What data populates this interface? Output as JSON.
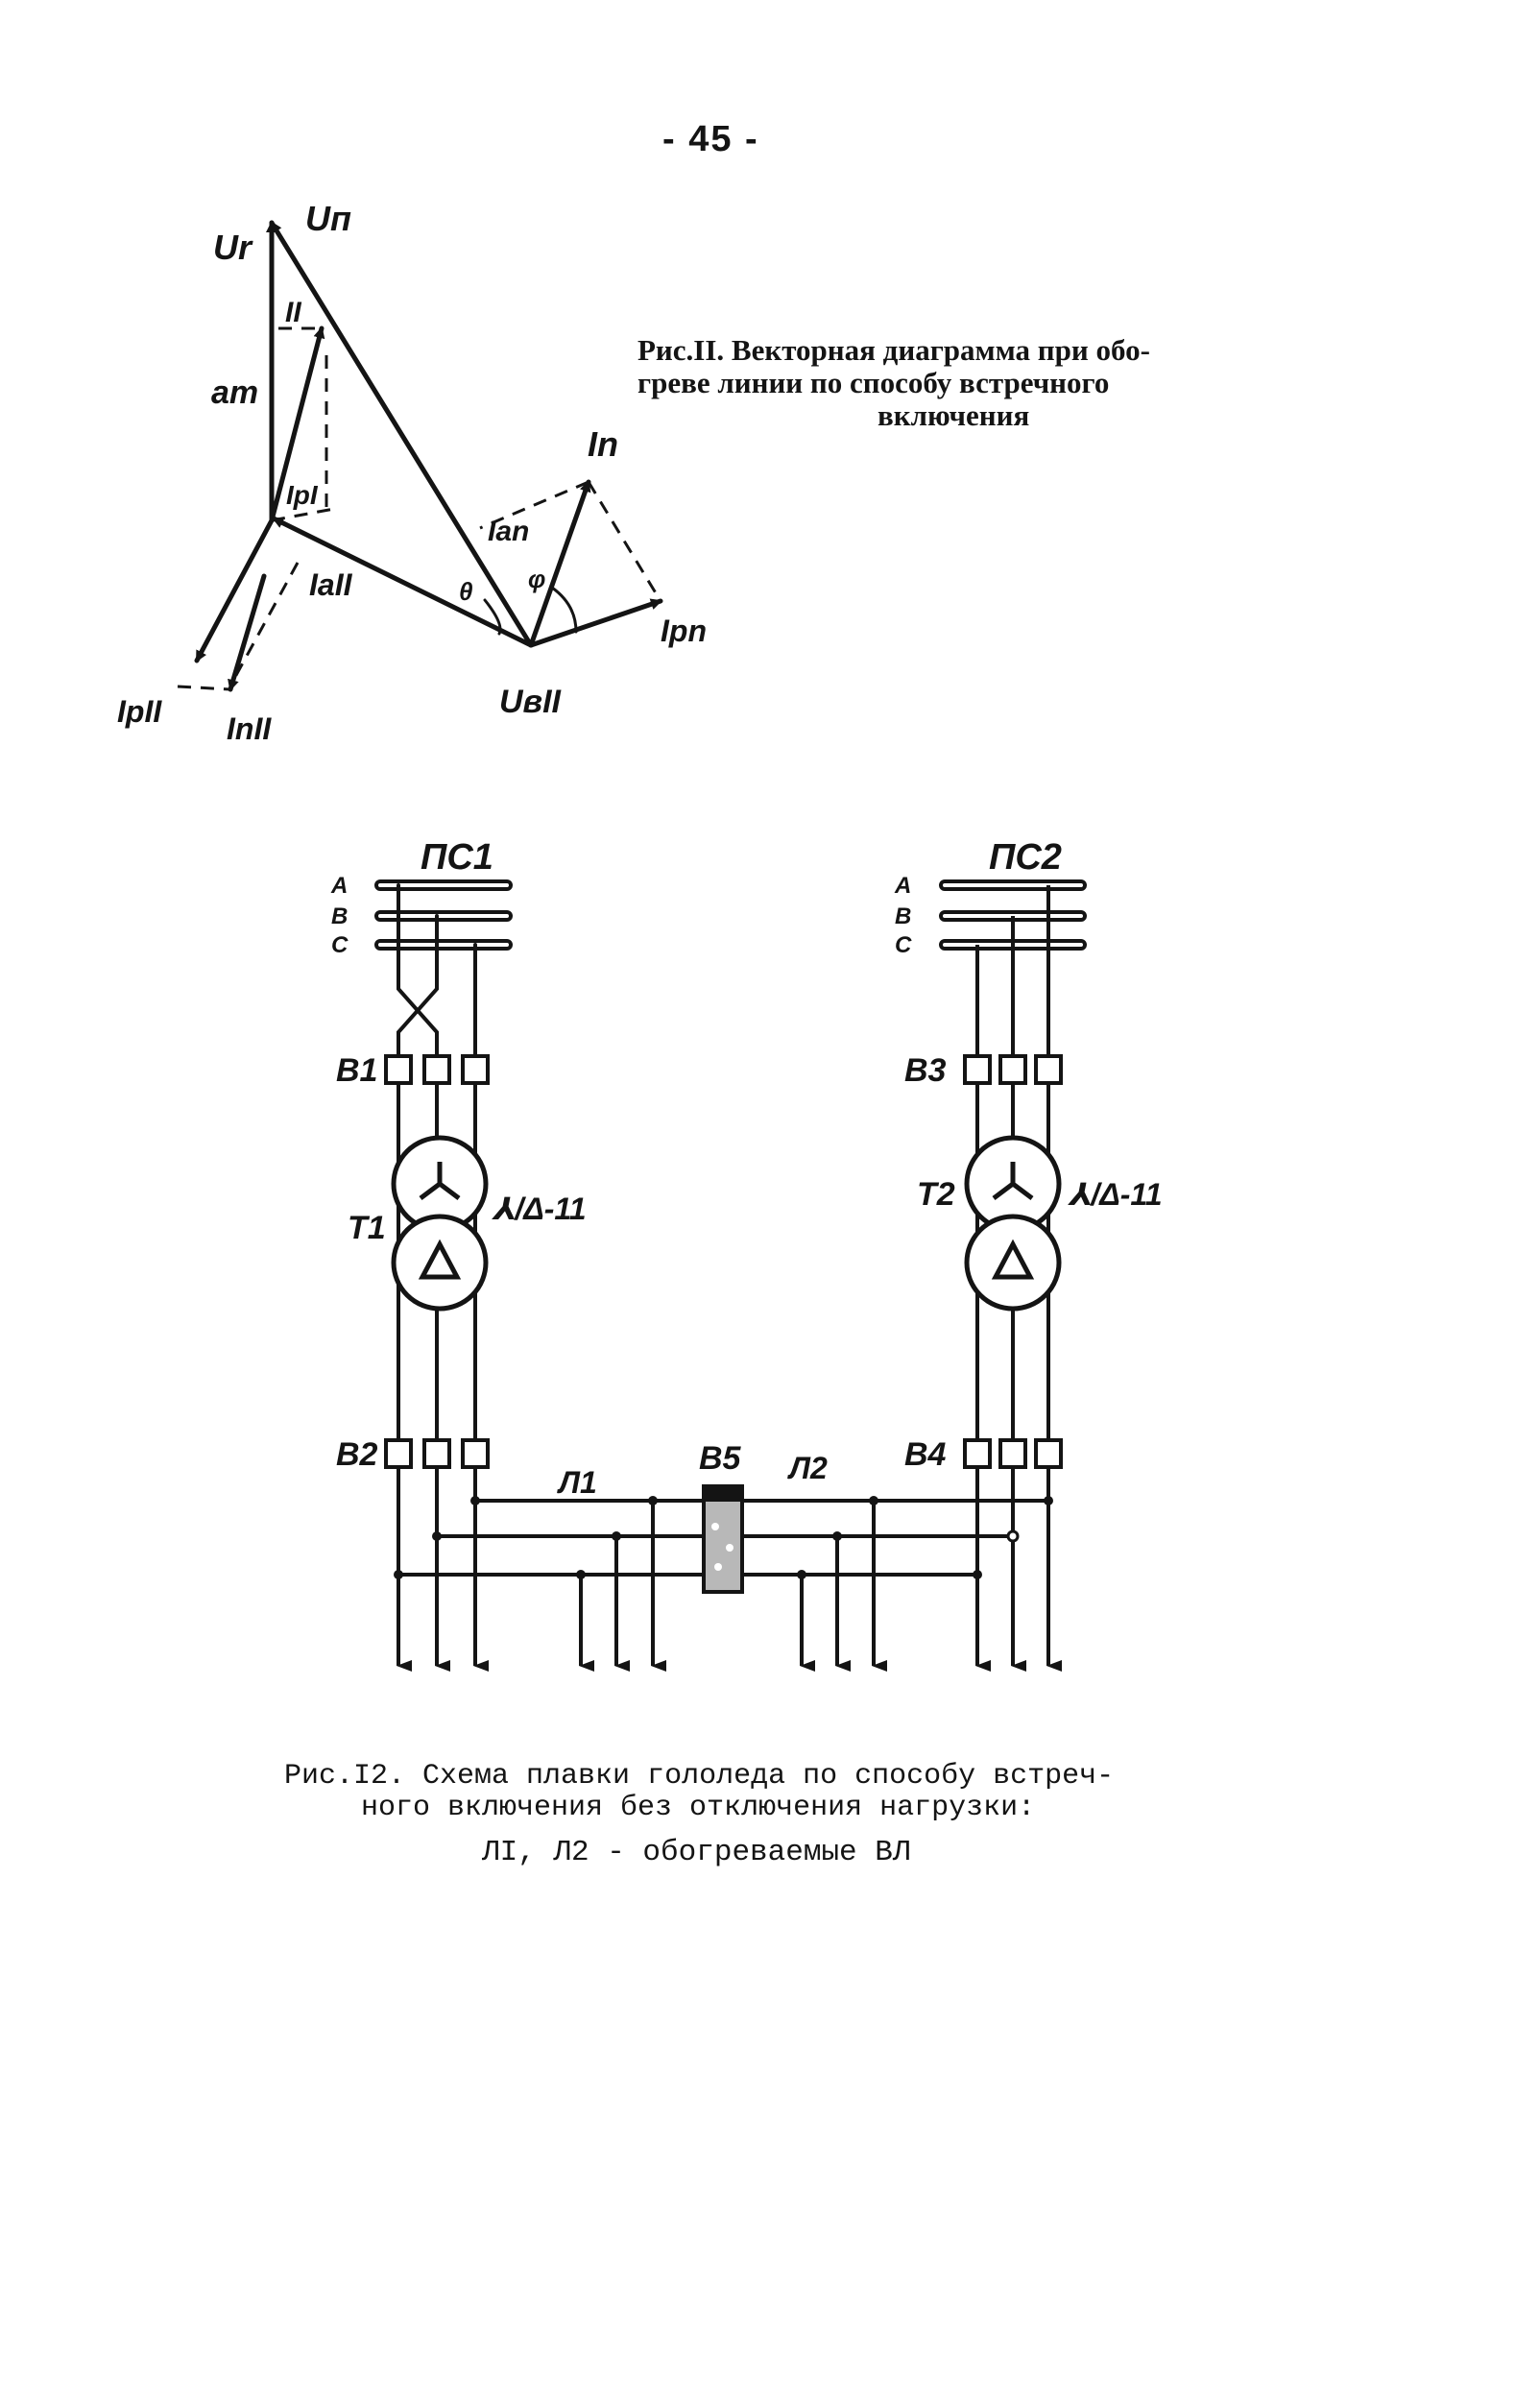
{
  "page": {
    "number": "- 45 -"
  },
  "figure11": {
    "caption": {
      "line1": "Рис.II. Векторная диаграмма при обо-",
      "line2": "греве линии по способу встречного",
      "line3": "включения"
    },
    "labels": {
      "u_n": "Uп",
      "u_r": "Ur",
      "i_i": "II",
      "a_t": "aт",
      "i_p_i": "IpI",
      "i_a_ii": "IaII",
      "i_p_ii": "IpII",
      "i_n_ii": "InII",
      "i_n": "In",
      "i_an": "Ian",
      "i_pn": "Ipn",
      "u_v_ii": "UвII",
      "phi": "φ",
      "theta": "θ"
    }
  },
  "figure12": {
    "caption": {
      "line1": "Рис.I2. Схема плавки гололеда по способу встреч-",
      "line2": "ного включения без отключения нагрузки:"
    },
    "legend": "ЛI, Л2 - обогреваемые ВЛ",
    "labels": {
      "ps1": "ПС1",
      "ps2": "ПС2",
      "phase_a": "A",
      "phase_b": "B",
      "phase_c": "C",
      "b1": "В1",
      "b2": "В2",
      "b3": "В3",
      "b4": "В4",
      "b5": "В5",
      "t1": "Т1",
      "t2": "Т2",
      "t1_group": "⅄/Δ-11",
      "t2_group": "⅄/Δ-11",
      "l1": "Л1",
      "l2": "Л2"
    }
  }
}
